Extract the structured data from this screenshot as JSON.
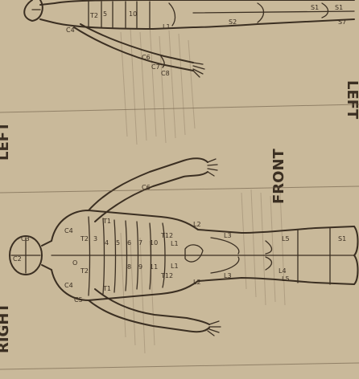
{
  "headings": {
    "right": "RIGHT",
    "left_top": "LEFT",
    "left_bottom": "LEFT",
    "front": "FRONT"
  },
  "front_labels": [
    {
      "id": "c2",
      "text": "C2"
    },
    {
      "id": "c3",
      "text": "C3"
    },
    {
      "id": "c4a",
      "text": "C4"
    },
    {
      "id": "c4b",
      "text": "C4"
    },
    {
      "id": "c5",
      "text": "C5"
    },
    {
      "id": "c6",
      "text": "C6"
    },
    {
      "id": "t1a",
      "text": "T1"
    },
    {
      "id": "t1b",
      "text": "T1"
    },
    {
      "id": "t2a",
      "text": "T2"
    },
    {
      "id": "t2b",
      "text": "T2"
    },
    {
      "id": "n3",
      "text": "3"
    },
    {
      "id": "n4",
      "text": "4"
    },
    {
      "id": "n5",
      "text": "5"
    },
    {
      "id": "n6",
      "text": "6"
    },
    {
      "id": "n7",
      "text": "7"
    },
    {
      "id": "n8",
      "text": "8"
    },
    {
      "id": "n9",
      "text": "9"
    },
    {
      "id": "n10",
      "text": "10"
    },
    {
      "id": "n11",
      "text": "11"
    },
    {
      "id": "t12a",
      "text": "T12"
    },
    {
      "id": "t12b",
      "text": "T12"
    },
    {
      "id": "l1a",
      "text": "L1"
    },
    {
      "id": "l1b",
      "text": "L1"
    },
    {
      "id": "l2a",
      "text": "L2"
    },
    {
      "id": "l2b",
      "text": "L2"
    },
    {
      "id": "l3a",
      "text": "L3"
    },
    {
      "id": "l3b",
      "text": "L3"
    },
    {
      "id": "l4a",
      "text": "L4"
    },
    {
      "id": "l5a",
      "text": "L5"
    },
    {
      "id": "l5b",
      "text": "L5"
    },
    {
      "id": "s1",
      "text": "S1"
    },
    {
      "id": "o",
      "text": "O"
    }
  ],
  "side_labels": [
    {
      "id": "c4",
      "text": "C4"
    },
    {
      "id": "t2",
      "text": "T2"
    },
    {
      "id": "l1",
      "text": "L1"
    },
    {
      "id": "s2",
      "text": "S2"
    },
    {
      "id": "s1",
      "text": "S1"
    },
    {
      "id": "c6",
      "text": "C6"
    },
    {
      "id": "c7",
      "text": "C7"
    },
    {
      "id": "c8",
      "text": "C8"
    },
    {
      "id": "s1b",
      "text": "S1"
    },
    {
      "id": "s7",
      "text": "S7"
    },
    {
      "id": "n10",
      "text": "10"
    },
    {
      "id": "n5",
      "text": "5"
    }
  ],
  "colors": {
    "paper": "#c9b99a",
    "ink": "#3b2f22"
  }
}
